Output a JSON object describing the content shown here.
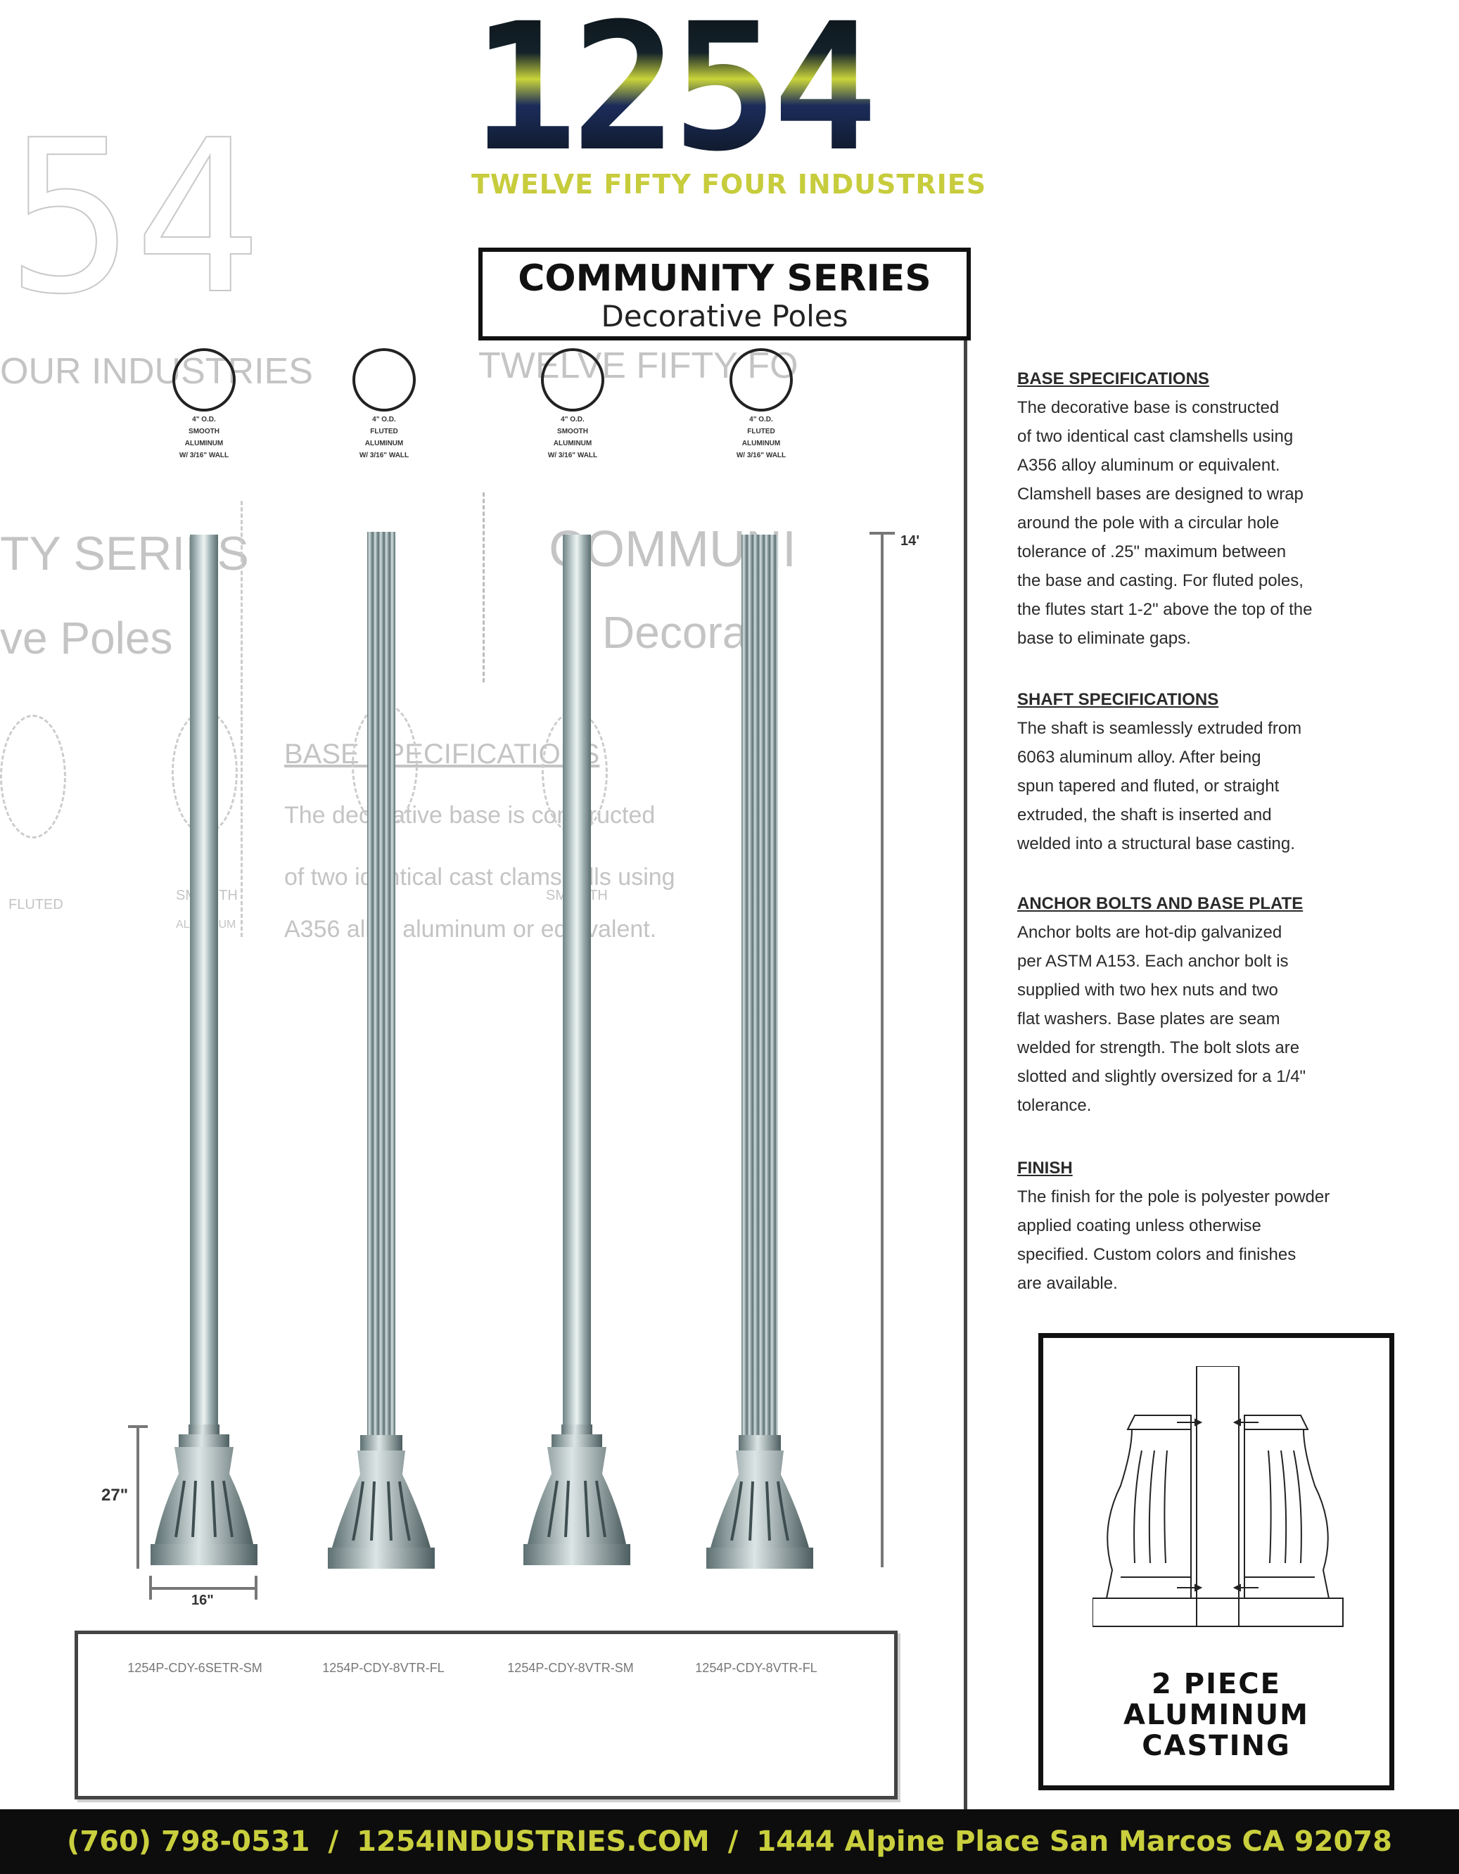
{
  "brand": {
    "logo_number": "1254",
    "tagline": "TWELVE FIFTY FOUR INDUSTRIES"
  },
  "title": {
    "main": "COMMUNITY SERIES",
    "sub": "Decorative Poles"
  },
  "ghost_text": {
    "industries": "OUR INDUSTRIES",
    "twelve": "TWELVE FIFTY FO",
    "series": "TY SERIES",
    "poles": "ve Poles",
    "communi": "COMMUNI",
    "decorati": "Decorati",
    "base_head": "BASE SPECIFICATIONS",
    "base_line1": "The decorative base is constructed",
    "base_line2": "of two identical cast clamshells using",
    "base_line3": "A356 alloy aluminum or equivalent.",
    "sec_fluted": "FLUTED",
    "sec_smooth": "SMOOTH",
    "sec_aluminum": "ALUMINUM"
  },
  "poles": [
    {
      "section_label": [
        "4\" O.D.",
        "SMOOTH",
        "ALUMINUM",
        "W/ 3/16\" WALL"
      ],
      "shaft": "smooth",
      "catalog": "1254P-CDY-6SETR-SM"
    },
    {
      "section_label": [
        "4\" O.D.",
        "FLUTED",
        "ALUMINUM",
        "W/ 3/16\" WALL"
      ],
      "shaft": "fluted",
      "catalog": "1254P-CDY-8VTR-FL"
    },
    {
      "section_label": [
        "4\" O.D.",
        "SMOOTH",
        "ALUMINUM",
        "W/ 3/16\" WALL"
      ],
      "shaft": "smooth",
      "catalog": "1254P-CDY-8VTR-SM"
    },
    {
      "section_label": [
        "4\" O.D.",
        "FLUTED",
        "ALUMINUM",
        "W/ 3/16\" WALL"
      ],
      "shaft": "fluted",
      "catalog": "1254P-CDY-8VTR-FL"
    }
  ],
  "dimensions": {
    "height": "14'",
    "base_height": "27\"",
    "base_width": "16\""
  },
  "specifications": [
    {
      "heading": "BASE SPECIFICATIONS",
      "lines": [
        "The decorative base is constructed",
        "of two identical cast clamshells using",
        "A356 alloy aluminum or equivalent.",
        "Clamshell bases are designed to wrap",
        "around the pole with a circular hole",
        "tolerance of .25\" maximum between",
        "the base and casting. For fluted poles,",
        "the flutes start 1-2\" above the top of the",
        "base to eliminate gaps."
      ]
    },
    {
      "heading": "SHAFT SPECIFICATIONS",
      "lines": [
        "The shaft is seamlessly extruded from",
        "6063 aluminum alloy. After being",
        "spun tapered and fluted, or straight",
        "extruded, the shaft is inserted and",
        "welded into a structural base casting."
      ]
    },
    {
      "heading": "ANCHOR BOLTS AND BASE PLATE",
      "lines": [
        "Anchor bolts are hot-dip galvanized",
        "per ASTM A153. Each anchor bolt is",
        "supplied with two hex nuts and two",
        "flat washers. Base plates are seam",
        "welded for strength. The bolt slots are",
        "slotted and slightly oversized for a 1/4\"",
        "tolerance."
      ]
    },
    {
      "heading": "FINISH",
      "lines": [
        "The finish for the pole is polyester powder",
        "applied coating unless otherwise",
        "specified. Custom colors and finishes",
        "are available."
      ]
    }
  ],
  "casting": {
    "label_lines": [
      "2 PIECE",
      "ALUMINUM",
      "CASTING"
    ]
  },
  "footer": {
    "phone": "(760) 798-0531",
    "sep": "/",
    "website": "1254INDUSTRIES.COM",
    "address": "1444 Alpine Place San Marcos CA 92078"
  },
  "colors": {
    "accent": "#c9cf3d",
    "footer_bg": "#0d0d0d",
    "pole_metal": "#9fb0b1"
  }
}
